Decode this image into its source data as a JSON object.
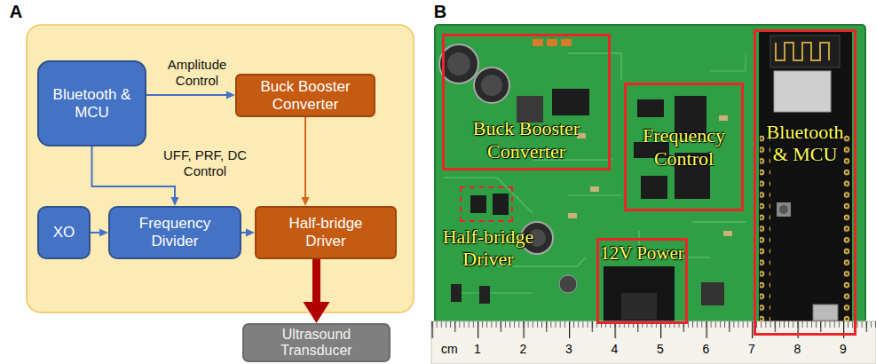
{
  "diagram": {
    "nodes": [
      {
        "text": [
          "Bluetooth & MCU"
        ]
      },
      {
        "text": [
          "Buck Booster Converter"
        ]
      },
      {
        "text": [
          "XO"
        ]
      },
      {
        "text": [
          "Frequency Divider"
        ]
      },
      {
        "text": [
          "Half-bridge Driver"
        ]
      },
      {
        "text": [
          "Ultrasound Transducer"
        ]
      },
      {
        "text": [
          "Buck Booster Converter"
        ]
      },
      {
        "text": [
          "Frequency Control"
        ]
      },
      {
        "text": [
          "Bluetooth & MCU"
        ]
      },
      {
        "text": [
          "Half-bridge Driver"
        ]
      },
      {
        "text": [
          "12V Power"
        ]
      }
    ],
    "edges": [
      {
        "from": 0,
        "to": 1,
        "label": "Amplitude Control",
        "arrow": "to"
      },
      {
        "from": 0,
        "to": 3,
        "label": "UFF, PRF, DC Control",
        "arrow": "to"
      },
      {
        "from": 2,
        "to": 3,
        "arrow": "to"
      },
      {
        "from": 3,
        "to": 4,
        "arrow": "to"
      },
      {
        "from": 1,
        "to": 4,
        "arrow": "to"
      },
      {
        "from": 4,
        "to": 5,
        "arrow": "to"
      }
    ],
    "labels": [
      "A",
      "B",
      "cm",
      "1",
      "2",
      "3",
      "4",
      "5",
      "6",
      "7",
      "8",
      "9"
    ]
  }
}
